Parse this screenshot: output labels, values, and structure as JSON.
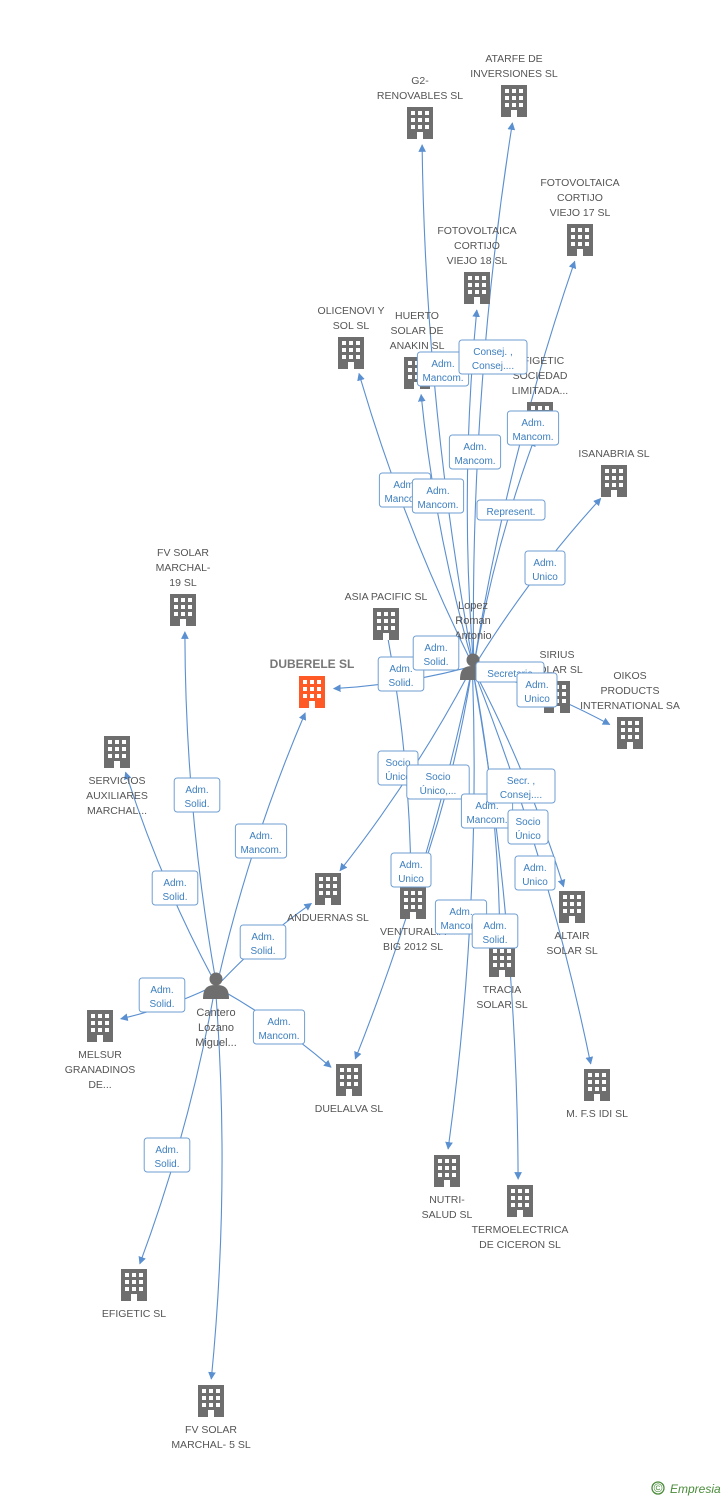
{
  "brand": {
    "copyright": "©",
    "name": "Empresia"
  },
  "colors": {
    "edge": "#5a8fd0",
    "building": "#6e6e6e",
    "highlight": "#ff5a26",
    "person": "#6e6e6e",
    "label_box": "#6f9ed2"
  },
  "companies": [
    {
      "id": "duberele",
      "label": [
        "DUBERELE SL"
      ],
      "main": true
    },
    {
      "id": "atarfe",
      "label": [
        "ATARFE DE",
        "INVERSIONES SL"
      ]
    },
    {
      "id": "g2",
      "label": [
        "G2-",
        "RENOVABLES SL"
      ]
    },
    {
      "id": "foto17",
      "label": [
        "FOTOVOLTAICA",
        "CORTIJO",
        "VIEJO 17 SL"
      ]
    },
    {
      "id": "foto18",
      "label": [
        "FOTOVOLTAICA",
        "CORTIJO",
        "VIEJO 18 SL"
      ]
    },
    {
      "id": "olicenovi",
      "label": [
        "OLICENOVI Y",
        "SOL SL"
      ]
    },
    {
      "id": "huerto",
      "label": [
        "HUERTO",
        "SOLAR DE",
        "ANAKIN SL"
      ]
    },
    {
      "id": "efigetic_sa",
      "label": [
        "EFIGETIC",
        "SOCIEDAD",
        "LIMITADA..."
      ]
    },
    {
      "id": "isanabria",
      "label": [
        "ISANABRIA SL"
      ]
    },
    {
      "id": "asia",
      "label": [
        "ASIA PACIFIC SL"
      ]
    },
    {
      "id": "sirius",
      "label": [
        "SIRIUS",
        "SOLAR SL"
      ]
    },
    {
      "id": "oikos",
      "label": [
        "OIKOS",
        "PRODUCTS",
        "INTERNATIONAL SA"
      ]
    },
    {
      "id": "fv19",
      "label": [
        "FV SOLAR",
        "MARCHAL-",
        "19 SL"
      ]
    },
    {
      "id": "servicios",
      "label": [
        "SERVICIOS",
        "AUXILIARES",
        "MARCHAL..."
      ]
    },
    {
      "id": "anduernas",
      "label": [
        "ANDUERNAS SL"
      ]
    },
    {
      "id": "venturalia",
      "label": [
        "VENTURALIA",
        "BIG 2012 SL"
      ]
    },
    {
      "id": "altair",
      "label": [
        "ALTAIR",
        "SOLAR SL"
      ]
    },
    {
      "id": "tracia",
      "label": [
        "TRACIA",
        "SOLAR SL"
      ]
    },
    {
      "id": "melsur",
      "label": [
        "MELSUR",
        "GRANADINOS",
        "DE..."
      ]
    },
    {
      "id": "duelalva",
      "label": [
        "DUELALVA SL"
      ]
    },
    {
      "id": "mfsidi",
      "label": [
        "M. F.S IDI  SL"
      ]
    },
    {
      "id": "nutri",
      "label": [
        "NUTRI-",
        "SALUD SL"
      ]
    },
    {
      "id": "termo",
      "label": [
        "TERMOELECTRICA",
        "DE CICERON SL"
      ]
    },
    {
      "id": "efigetic",
      "label": [
        "EFIGETIC SL"
      ]
    },
    {
      "id": "fv5",
      "label": [
        "FV SOLAR",
        "MARCHAL- 5 SL"
      ]
    }
  ],
  "persons": [
    {
      "id": "lopez",
      "label": [
        "Lopez",
        "Roman",
        "Antonio"
      ]
    },
    {
      "id": "cantero",
      "label": [
        "Cantero",
        "Lozano",
        "Miguel..."
      ]
    }
  ],
  "edges": [
    {
      "from": "lopez",
      "to": "g2",
      "label": [
        "Adm.",
        "Mancom."
      ]
    },
    {
      "from": "lopez",
      "to": "atarfe",
      "label": [
        "Consej. ,",
        "Consej...."
      ]
    },
    {
      "from": "lopez",
      "to": "foto18",
      "label": [
        "Adm.",
        "Mancom."
      ]
    },
    {
      "from": "lopez",
      "to": "foto17",
      "label": [
        "Adm.",
        "Mancom."
      ]
    },
    {
      "from": "lopez",
      "to": "olicenovi",
      "label": [
        "Adm.",
        "Mancom."
      ]
    },
    {
      "from": "lopez",
      "to": "huerto",
      "label": [
        "Adm.",
        "Mancom."
      ]
    },
    {
      "from": "lopez",
      "to": "efigetic_sa",
      "label": [
        "Represent."
      ]
    },
    {
      "from": "lopez",
      "to": "isanabria",
      "label": [
        "Adm.",
        "Unico"
      ]
    },
    {
      "from": "lopez",
      "to": "duberele",
      "label": [
        "Adm.",
        "Solid."
      ]
    },
    {
      "from": "lopez",
      "to": "sirius",
      "label": [
        "Secretario"
      ]
    },
    {
      "from": "lopez",
      "to": "oikos",
      "label": [
        "Adm.",
        "Unico"
      ]
    },
    {
      "from": "lopez",
      "to": "anduernas",
      "label": [
        "Socio",
        "Único"
      ]
    },
    {
      "from": "lopez",
      "to": "venturalia",
      "label": [
        "Socio",
        "Único,..."
      ]
    },
    {
      "from": "lopez",
      "to": "tracia",
      "label": [
        "Adm.",
        "Mancom."
      ]
    },
    {
      "from": "lopez",
      "to": "altair",
      "label": [
        "Secr. ,",
        "Consej...."
      ]
    },
    {
      "from": "lopez",
      "to": "mfsidi",
      "label": [
        "Socio",
        "Único"
      ]
    },
    {
      "from": "lopez",
      "to": "nutri",
      "label": [
        "Adm.",
        "Unico"
      ]
    },
    {
      "from": "lopez",
      "to": "termo",
      "label": [
        "Adm.",
        "Mancom."
      ]
    },
    {
      "from": "lopez",
      "to": "duelalva",
      "label": [
        "Adm.",
        "Solid."
      ]
    },
    {
      "from": "asia",
      "to": "venturalia",
      "label": [
        "Adm.",
        "Unico"
      ]
    },
    {
      "from": "cantero",
      "to": "fv19",
      "label": [
        "Adm.",
        "Solid."
      ]
    },
    {
      "from": "cantero",
      "to": "duberele",
      "label": [
        "Adm.",
        "Solid."
      ]
    },
    {
      "from": "cantero",
      "to": "servicios",
      "label": [
        "Adm.",
        "Mancom."
      ]
    },
    {
      "from": "cantero",
      "to": "anduernas",
      "label": [
        "Adm.",
        "Solid."
      ]
    },
    {
      "from": "cantero",
      "to": "melsur",
      "label": [
        "Adm.",
        "Solid."
      ]
    },
    {
      "from": "cantero",
      "to": "duelalva",
      "label": [
        "Adm.",
        "Solid."
      ]
    },
    {
      "from": "cantero",
      "to": "efigetic",
      "label": [
        "Adm.",
        "Mancom."
      ]
    },
    {
      "from": "cantero",
      "to": "fv5",
      "label": [
        "Adm.",
        "Solid."
      ]
    }
  ]
}
